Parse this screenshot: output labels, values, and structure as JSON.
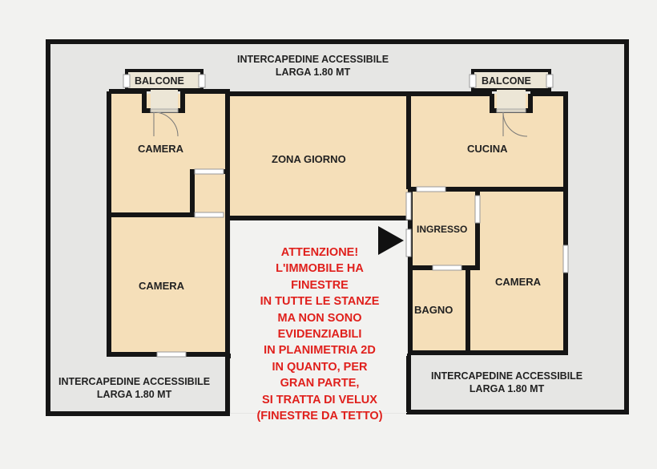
{
  "plan": {
    "rooms": {
      "camera_top_left": "CAMERA",
      "zona_giorno": "ZONA GIORNO",
      "cucina": "CUCINA",
      "ingresso": "INGRESSO",
      "camera_bottom_left": "CAMERA",
      "camera_right": "CAMERA",
      "bagno": "BAGNO"
    },
    "balconies": {
      "left": "BALCONE",
      "right": "BALCONE"
    },
    "intercapedini": {
      "top": {
        "line1": "INTERCAPEDINE ACCESSIBILE",
        "line2": "LARGA 1.80 MT"
      },
      "bottom_left": {
        "line1": "INTERCAPEDINE ACCESSIBILE",
        "line2": "LARGA 1.80 MT"
      },
      "bottom_right": {
        "line1": "INTERCAPEDINE ACCESSIBILE",
        "line2": "LARGA 1.80 MT"
      }
    },
    "warning_lines": [
      "ATTENZIONE!",
      "L'IMMOBILE HA",
      "FINESTRE",
      "IN TUTTE LE STANZE",
      "MA NON SONO",
      "EVIDENZIABILI",
      "IN PLANIMETRIA 2D",
      "IN QUANTO, PER",
      "GRAN PARTE,",
      "SI TRATTA DI VELUX",
      "(FINESTRE DA TETTO)"
    ],
    "colors": {
      "room_fill": "#f5dfb9",
      "intercapedine_fill": "#e6e6e4",
      "wall": "#151515",
      "warning_text": "#e0201c",
      "balcony_fill": "#ece6d6"
    },
    "icons": {
      "entrance": "entrance-arrow-icon",
      "door": "door-swing-icon"
    }
  }
}
